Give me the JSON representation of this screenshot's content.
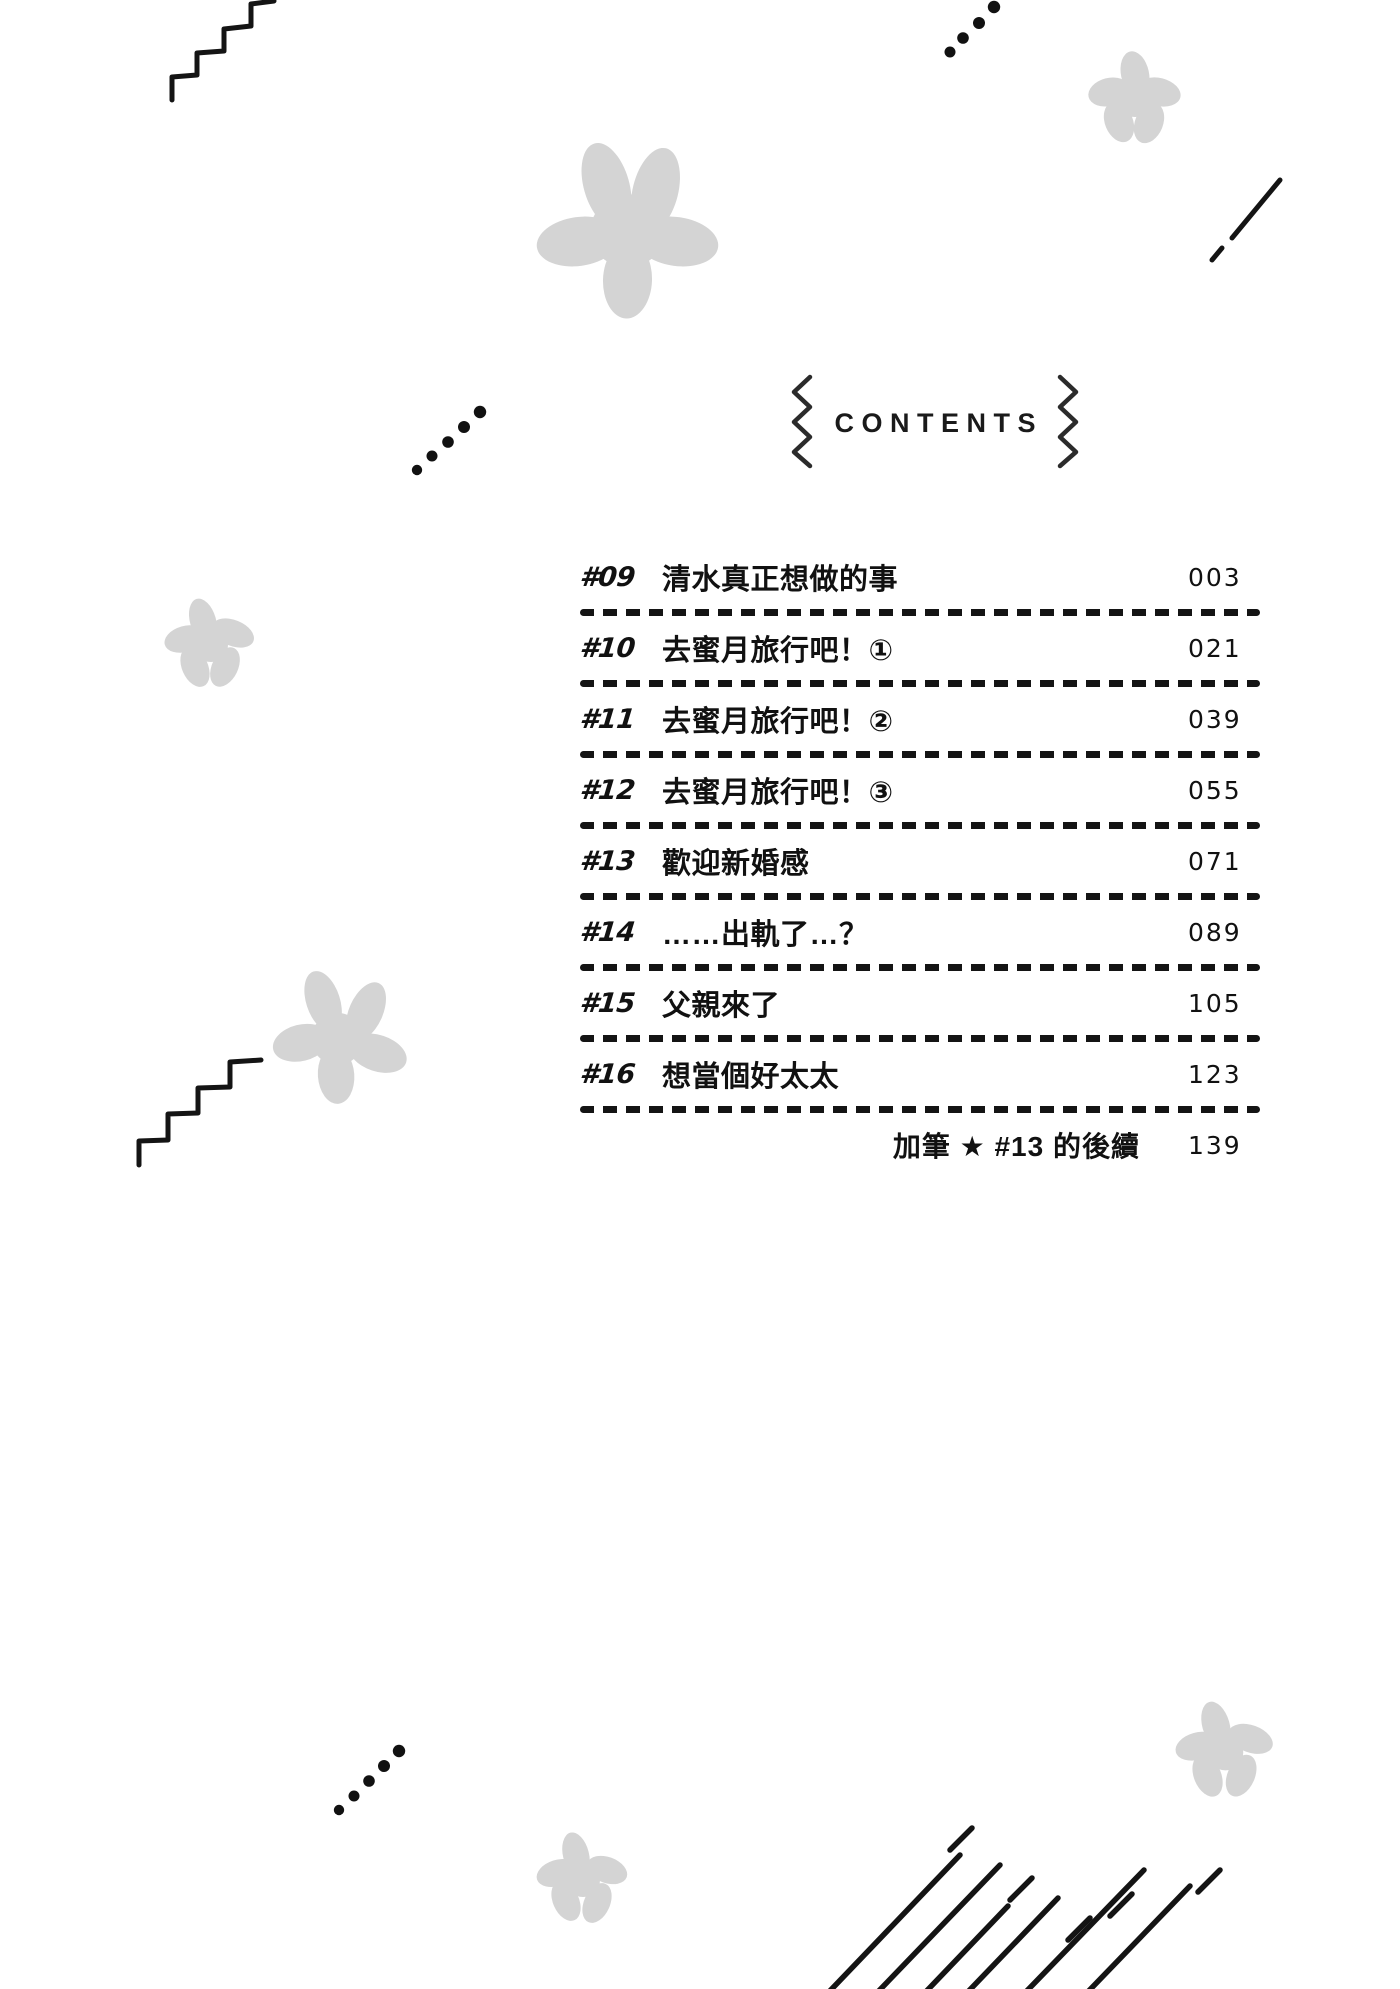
{
  "page": {
    "background_color": "#ffffff",
    "ink_color": "#111111",
    "decor_color": "#d4d4d4"
  },
  "header": {
    "title": "CONTENTS",
    "left_ornament": "zigzag-line",
    "right_ornament": "zigzag-line"
  },
  "toc": {
    "rows": [
      {
        "num": "#09",
        "title": "清水真正想做的事",
        "page": "003"
      },
      {
        "num": "#10",
        "title": "去蜜月旅行吧！①",
        "page": "021"
      },
      {
        "num": "#11",
        "title": "去蜜月旅行吧！②",
        "page": "039"
      },
      {
        "num": "#12",
        "title": "去蜜月旅行吧！③",
        "page": "055"
      },
      {
        "num": "#13",
        "title": "歡迎新婚感",
        "page": "071"
      },
      {
        "num": "#14",
        "title": "……出軌了…？",
        "page": "089"
      },
      {
        "num": "#15",
        "title": "父親來了",
        "page": "105"
      },
      {
        "num": "#16",
        "title": "想當個好太太",
        "page": "123"
      }
    ],
    "bonus": {
      "label": "加筆 ★ #13 的後續",
      "page": "139"
    }
  },
  "decorations": [
    {
      "name": "zigzag-stairs-top-left",
      "type": "zigzag"
    },
    {
      "name": "dot-trail-top-right",
      "type": "dots",
      "count": 4
    },
    {
      "name": "flower-top-right",
      "type": "flower"
    },
    {
      "name": "flower-upper-center",
      "type": "flower"
    },
    {
      "name": "slash-lines-top-right",
      "type": "slashes"
    },
    {
      "name": "dot-trail-upper-left",
      "type": "dots",
      "count": 5
    },
    {
      "name": "flower-mid-left",
      "type": "flower"
    },
    {
      "name": "zigzag-stairs-mid-left",
      "type": "zigzag"
    },
    {
      "name": "flower-lower-left",
      "type": "flower"
    },
    {
      "name": "dot-trail-bottom-left",
      "type": "dots",
      "count": 5
    },
    {
      "name": "flower-bottom-center",
      "type": "flower"
    },
    {
      "name": "flower-bottom-right",
      "type": "flower"
    },
    {
      "name": "speed-lines-bottom-right",
      "type": "slashes"
    }
  ]
}
